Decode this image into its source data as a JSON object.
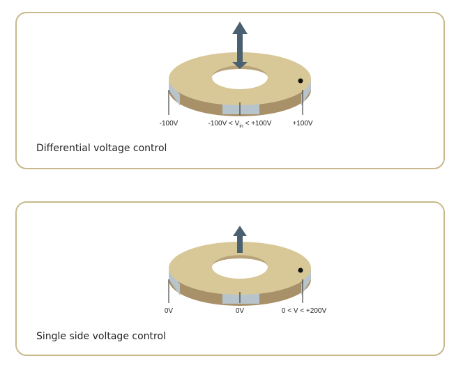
{
  "diagrams": [
    {
      "caption": "Differential voltage control",
      "labels": {
        "left": "-100V",
        "center_prefix": "-100V < V",
        "center_sub": "in",
        "center_suffix": " < +100V",
        "right": "+100V"
      }
    },
    {
      "caption": "Single side voltage control",
      "labels": {
        "left": "0V",
        "center": "0V",
        "right": "0 < V < +200V"
      }
    }
  ],
  "colors": {
    "panel_border": "#c8b98c",
    "ring_top": "#d8c898",
    "ring_dark_band": "#a89068",
    "ring_light_band": "#b8c4cc",
    "hole_inner": "#b9a47a",
    "arrow": "#4a6070"
  }
}
